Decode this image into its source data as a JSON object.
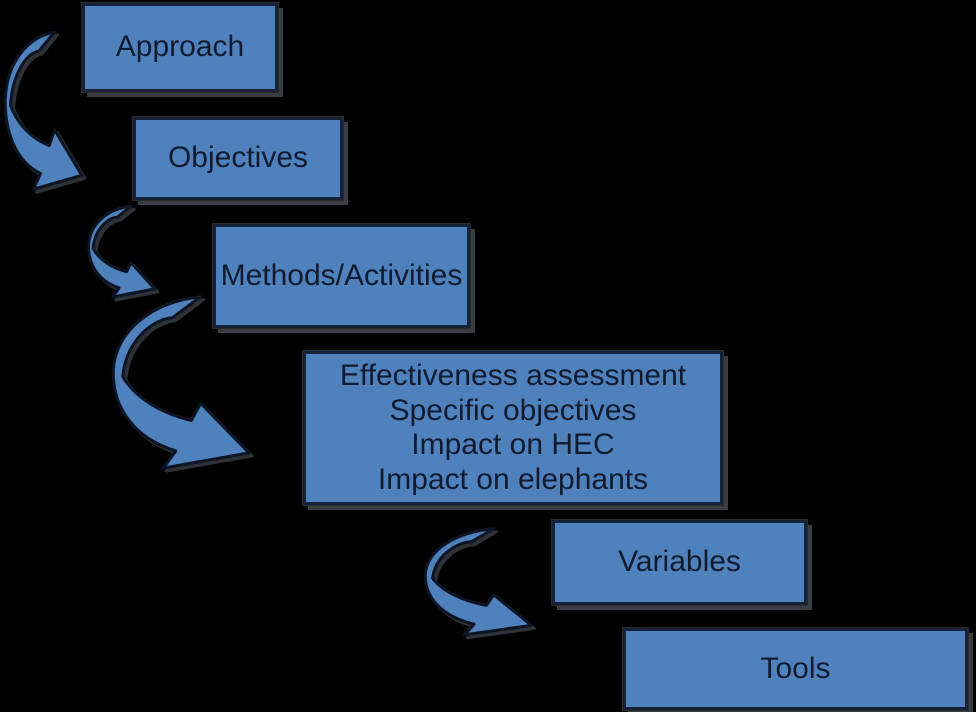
{
  "colors": {
    "background": "#000000",
    "node_fill": "#4f81bd",
    "node_border": "#16213a",
    "node_text": "#101b30",
    "arrow_fill": "#4f81bd",
    "arrow_outline": "#0d1424",
    "shadow": "#3a3d42"
  },
  "diagram": {
    "nodes": [
      {
        "id": "approach",
        "label": "Approach"
      },
      {
        "id": "objectives",
        "label": "Objectives"
      },
      {
        "id": "methods",
        "label": "Methods/Activities"
      },
      {
        "id": "effectiveness",
        "lines": [
          "Effectiveness assessment",
          "Specific objectives",
          "Impact on HEC",
          "Impact on elephants"
        ]
      },
      {
        "id": "variables",
        "label": "Variables"
      },
      {
        "id": "tools",
        "label": "Tools"
      }
    ],
    "connections": [
      {
        "from": "Approach",
        "to": "Objectives"
      },
      {
        "from": "Objectives",
        "to": "Methods/Activities"
      },
      {
        "from": "Methods/Activities",
        "to": "Effectiveness assessment"
      },
      {
        "from": "Effectiveness assessment",
        "to": "Variables"
      }
    ]
  }
}
